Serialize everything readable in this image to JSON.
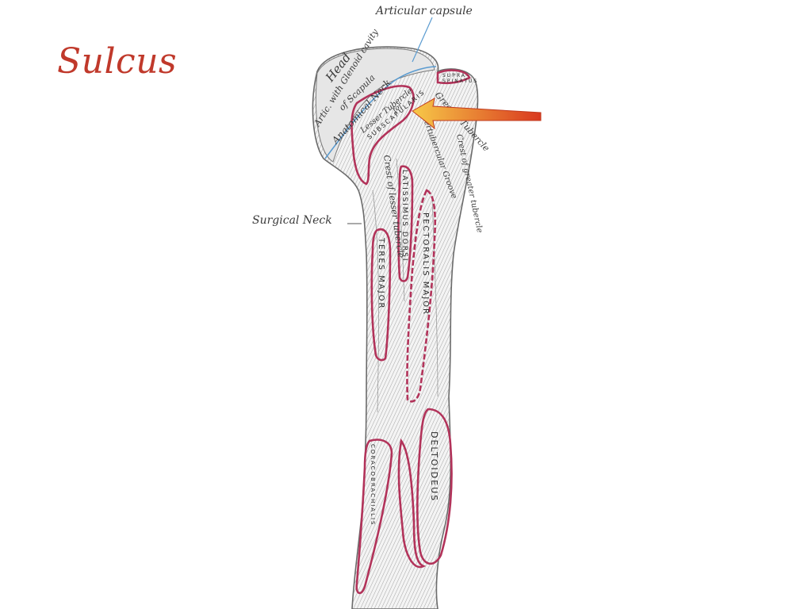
{
  "slide_title": "Sulcus",
  "colors": {
    "title": "#c0392b",
    "muscle_outline": "#b2335a",
    "bone_shade": "#cfcfcf",
    "bone_line": "#6b6b6b",
    "capsule_line": "#5a9bd0",
    "arrow_start": "#f7c948",
    "arrow_end": "#d9381e"
  },
  "labels": {
    "articular_capsule": "Articular capsule",
    "head": "Head",
    "artic_glenoid": "Artic. with Glenoid cavity",
    "of_scapula": "of Scapula",
    "anatomical_neck": "Anatomical Neck",
    "lesser_tubercle": "Lesser Tubercle",
    "for": "for",
    "subscapularis": "SUBSCAPULARIS",
    "supra": "SUPRA-",
    "spinatus": "SPINATUS",
    "greater_tubercle": "Greater Tubercle",
    "intertubercular_groove": "Intertubercular Groove",
    "crest_greater_tubercle": "Crest of greater tubercle",
    "crest_lesser_tubercle": "Crest of lesser tubercle",
    "surgical_neck": "Surgical Neck",
    "latissimus_dorsi": "LATISSIMUS DORSI",
    "teres_major": "TERES MAJOR",
    "pectoralis_major": "PECTORALIS MAJOR",
    "deltoideus": "DELTOIDEUS",
    "coracobrachialis": "CORACOBRACHIALIS"
  }
}
